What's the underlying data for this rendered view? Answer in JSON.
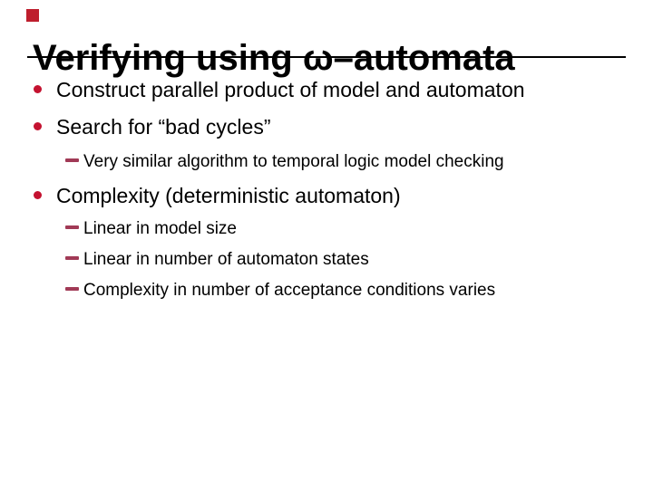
{
  "slide": {
    "title": "Verifying using ω–automata",
    "colors": {
      "corner_marker": "#BE1E2D",
      "bullet_dot": "#C41230",
      "sub_dash": "#A13A56",
      "text": "#000000",
      "background": "#ffffff",
      "rule": "#000000"
    },
    "bullets": [
      {
        "level": 1,
        "text": "Construct parallel product of model and automaton"
      },
      {
        "level": 1,
        "text": "Search for “bad cycles”"
      },
      {
        "level": 2,
        "text": "Very similar algorithm to temporal logic model checking"
      },
      {
        "level": 1,
        "text": "Complexity (deterministic automaton)"
      },
      {
        "level": 2,
        "text": "Linear in model size"
      },
      {
        "level": 2,
        "text": "Linear in number of automaton states"
      },
      {
        "level": 2,
        "text": "Complexity in number of acceptance conditions varies"
      }
    ]
  }
}
